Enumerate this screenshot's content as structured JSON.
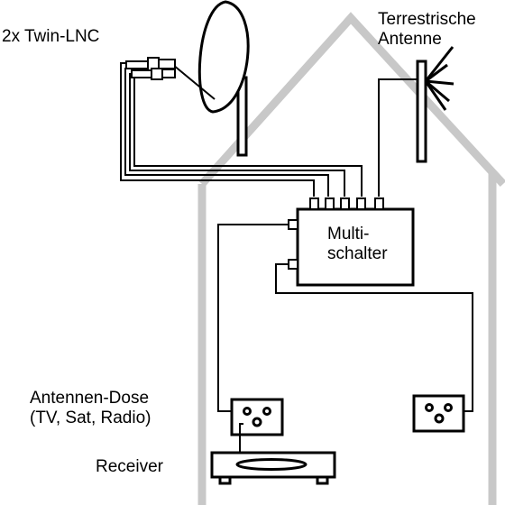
{
  "colors": {
    "house": "#c8c8c8",
    "ink": "#000000",
    "background": "#ffffff"
  },
  "labels": {
    "lnc": "2x Twin-LNC",
    "terrestrial_line1": "Terrestrische",
    "terrestrial_line2": "Antenne",
    "multiswitch_line1": "Multi-",
    "multiswitch_line2": "schalter",
    "socket_line1": "Antennen-Dose",
    "socket_line2": "(TV, Sat, Radio)",
    "receiver": "Receiver"
  },
  "icons": [
    "satellite-dish-icon",
    "lnc-icon",
    "terrestrial-antenna-icon",
    "multiswitch-icon",
    "antenna-socket-icon",
    "receiver-icon"
  ]
}
